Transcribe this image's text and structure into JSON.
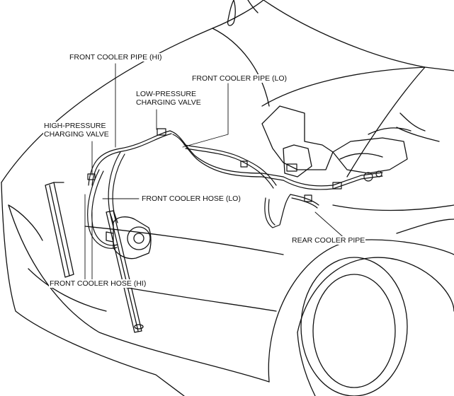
{
  "labels": {
    "front_cooler_pipe_hi": "FRONT COOLER PIPE (HI)",
    "front_cooler_pipe_lo": "FRONT COOLER PIPE (LO)",
    "low_pressure_charging_valve": [
      "LOW-PRESSURE",
      "CHARGING VALVE"
    ],
    "high_pressure_charging_valve": [
      "HIGH-PRESSURE",
      "CHARGING VALVE"
    ],
    "front_cooler_hose_lo": "FRONT COOLER HOSE (LO)",
    "rear_cooler_pipe": "REAR COOLER PIPE",
    "front_cooler_hose_hi": "FRONT COOLER HOSE (HI)"
  },
  "colors": {
    "line": "#111111",
    "background": "#ffffff"
  }
}
